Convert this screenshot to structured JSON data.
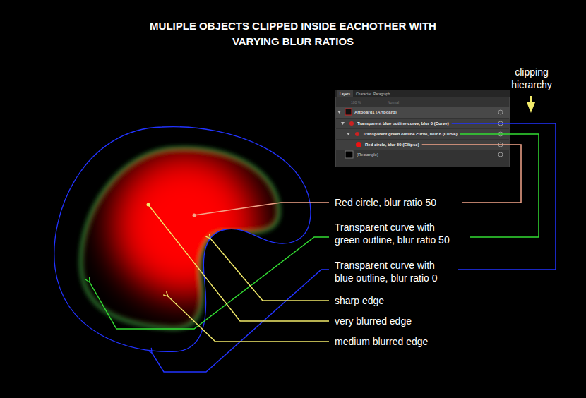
{
  "diagram": {
    "title": "MULIPLE OBJECTS CLIPPED INSIDE EACHOTHER WITH VARYING BLUR RATIOS",
    "nodes": [
      {
        "text": [
          "Layers",
          "Character",
          "Paragraph",
          "100 %",
          "Normal",
          "Artboard1 (Artboard)",
          "Transparent blue outline curve, blur 0 (Curve)",
          "Transparent green outline curve, blur 6 (Curve)",
          "Red circle, blur 50 (Ellipse)",
          "(Rectangle)"
        ]
      }
    ],
    "labels": [
      "clipping hierarchy",
      "Red circle, blur ratio 50",
      "Transparent curve with green outline, blur ratio 50",
      "Transparent curve with blue outline, blur ratio 0",
      "sharp edge",
      "very blurred edge",
      "medium blurred edge"
    ]
  }
}
